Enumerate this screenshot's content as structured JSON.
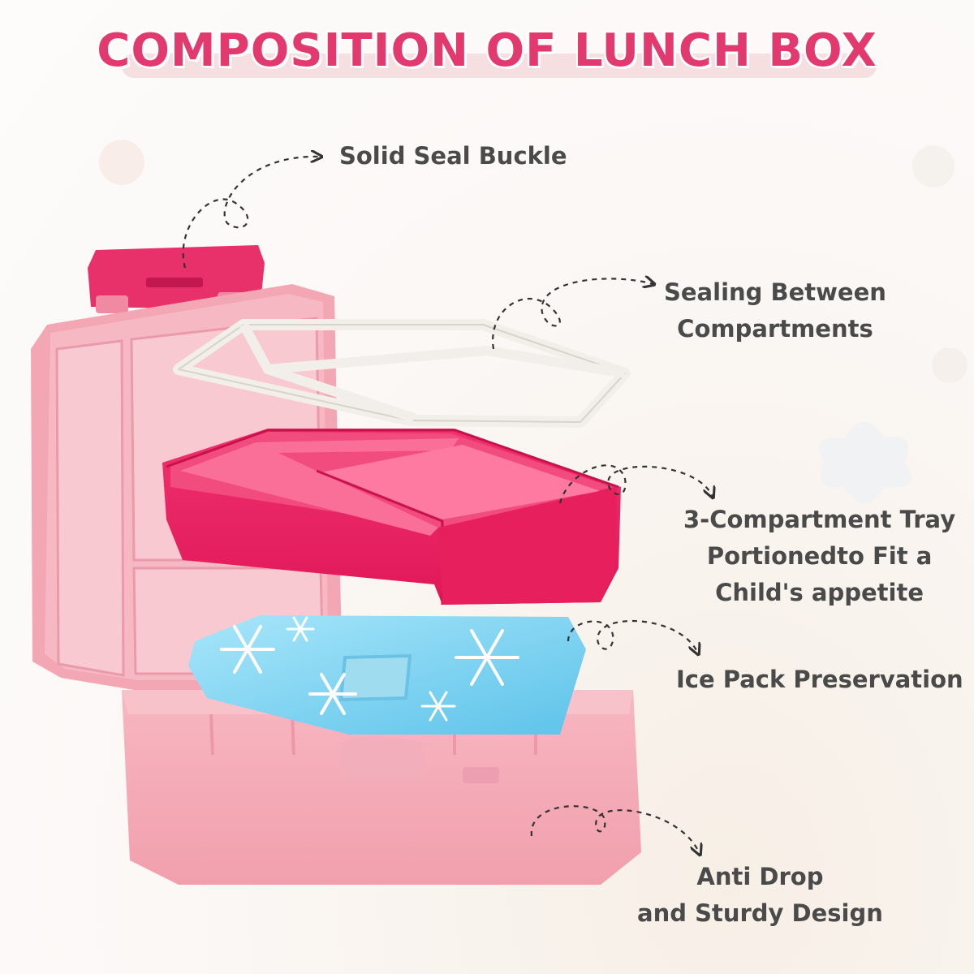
{
  "title": "COMPOSITION OF LUNCH BOX",
  "colors": {
    "title": "#e23a6e",
    "label_text": "#4a4a4a",
    "box_pink": "#f2a9b5",
    "tray_pink": "#ef2a66",
    "ice_blue": "#7fd2f0",
    "seal_white": "#f4f1ec"
  },
  "callouts": {
    "buckle": {
      "lines": [
        "Solid Seal Buckle"
      ]
    },
    "sealing": {
      "lines": [
        "Sealing Between",
        "Compartments"
      ]
    },
    "tray": {
      "lines": [
        "3-Compartment Tray",
        "Portionedto Fit a",
        "Child's appetite"
      ]
    },
    "ice": {
      "lines": [
        "Ice Pack Preservation"
      ]
    },
    "design": {
      "lines": [
        "Anti Drop",
        "and Sturdy Design"
      ]
    }
  },
  "icons": [
    "snowflake-icon",
    "dashed-arrow-icon"
  ]
}
